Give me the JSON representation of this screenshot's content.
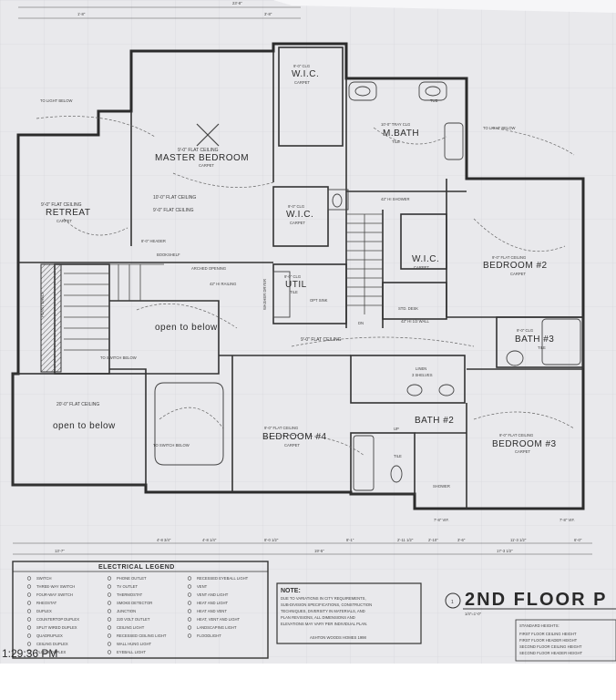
{
  "top_dims": [
    "23'-8\"",
    "1'-8\"",
    "3'-8\""
  ],
  "dims": {
    "bottom_row1": [
      "4'-8 3/4\"",
      "4'-8 1/4\"",
      "8'-0 1/2\"",
      "8'-1\"",
      "2'-11 1/2\"",
      "2'-10\"",
      "3'-6\"",
      "11'-3 1/2\"",
      "6'-0\""
    ],
    "bottom_row2": [
      "13'-7\"",
      "19'-5\"",
      "17'-3 1/2\""
    ],
    "right_small": [
      "7'-8\" VIF.",
      "1'-8\" VIF."
    ],
    "bottom_small": [
      "7'-8\" VIF."
    ]
  },
  "rooms": {
    "retreat": {
      "name": "RETREAT",
      "ceiling": "9'-0\" FLAT CEILING",
      "finish": "CARPET"
    },
    "master": {
      "name": "MASTER BEDROOM",
      "ceiling": "9'-0\" FLAT CEILING",
      "finish": "CARPET",
      "ceiling2": "10'-0\" FLAT CEILING",
      "ceiling3": "9'-0\" FLAT CEILING"
    },
    "wic1": {
      "name": "W.I.C.",
      "ceiling": "9'-0\" CLG",
      "finish": "CARPET"
    },
    "mbath": {
      "name": "M.BATH",
      "ceiling": "10'-0\" TRAY CLG",
      "finish": "TILE"
    },
    "wic2": {
      "name": "W.I.C.",
      "ceiling": "9'-0\" CLG",
      "finish": "CARPET"
    },
    "wic3": {
      "name": "W.I.C.",
      "finish": "CARPET"
    },
    "util": {
      "name": "UTIL",
      "ceiling": "9'-0\" CLG",
      "finish": "TILE",
      "extra": "OPT SINK"
    },
    "bedroom2": {
      "name": "BEDROOM #2",
      "ceiling": "9'-0\" FLAT CEILING",
      "finish": "CARPET"
    },
    "bath3": {
      "name": "BATH #3",
      "ceiling": "9'-0\" CLG",
      "finish": "TILE"
    },
    "bath2": {
      "name": "BATH #2",
      "finish": "TILE"
    },
    "bedroom3": {
      "name": "BEDROOM #3",
      "ceiling": "9'-0\" FLAT CEILING",
      "finish": "CARPET"
    },
    "bedroom4": {
      "name": "BEDROOM #4",
      "ceiling": "9'-0\" FLAT CEILING",
      "finish": "CARPET"
    },
    "open_upper": {
      "name": "open to below"
    },
    "open_lower": {
      "name": "open to below",
      "ceiling": "20'-0\" FLAT CEILING"
    },
    "linen": {
      "name": "LINEN",
      "extra": "3 SHELVES"
    },
    "desk": {
      "name": "STD. DESK"
    }
  },
  "annotations": {
    "to_light_below": "TO LIGHT BELOW",
    "to_switch_below": "TO SWITCH BELOW",
    "arched_opening": "ARCHED OPENING",
    "bookshelf": "BOOKSHELF",
    "header": "8'-0\" HEADER",
    "railing": "42\" HI RAILING",
    "half_wall": "42\" HI 1/2 WALL",
    "flat_ceiling": "9'-0\" FLAT CEILING",
    "shower": "42\" HI SHOWER",
    "plant_shelf": "PLANT SHELF",
    "washer_dryer": "WASHER DRYER",
    "tub": "TUB",
    "dn": "DN",
    "up": "UP",
    "shower_box": "SHOWER"
  },
  "legend": {
    "title": "ELECTRICAL LEGEND",
    "col1": [
      "SWITCH",
      "THREE-WAY SWITCH",
      "FOUR-WAY SWITCH",
      "RHEOSTAT",
      "DUPLEX",
      "COUNTERTOP DUPLEX",
      "SPLIT WIRED DUPLEX",
      "QUADRUPLEX",
      "CEILING DUPLEX",
      "FLOOR DUPLEX"
    ],
    "col2": [
      "PHONE OUTLET",
      "TV OUTLET",
      "THERMOSTAT",
      "SMOKE DETECTOR",
      "JUNCTION",
      "220 VOLT OUTLET",
      "CEILING LIGHT",
      "RECESSED CEILING LIGHT",
      "WALL HUNG LIGHT",
      "EYEBALL LIGHT"
    ],
    "col3": [
      "RECESSED EYEBALL LIGHT",
      "VENT",
      "VENT AND LIGHT",
      "HEAT AND LIGHT",
      "HEAT AND VENT",
      "HEAT, VENT AND LIGHT",
      "LANDSCAPING LIGHT",
      "FLOODLIGHT"
    ]
  },
  "note": {
    "title": "NOTE:",
    "lines": [
      "DUE TO VARIATIONS IN CITY REQUIREMENTS,",
      "SUB-DIVISION SPECIFICATIONS, CONSTRUCTION",
      "TECHNIQUES, DIVERSITY IN MATERIALS, AND",
      "PLAN REVISIONS, ALL DIMENSIONS AND",
      "ELEVATIONS MAY VARY PER INDIVIDUAL PLAN."
    ],
    "footer": "ASHTON WOODS HOMES 1998"
  },
  "title_block": {
    "number": "1",
    "title": "2ND FLOOR P",
    "scale": "1/4\"=1'-0\"",
    "heights_title": "STANDARD HEIGHTS:",
    "heights": [
      "FIRST FLOOR CEILING HEIGHT",
      "FIRST FLOOR HEADER HEIGHT",
      "SECOND FLOOR CEILING HEIGHT",
      "SECOND FLOOR HEADER HEIGHT"
    ]
  },
  "timestamp": "1:29:36 PM"
}
